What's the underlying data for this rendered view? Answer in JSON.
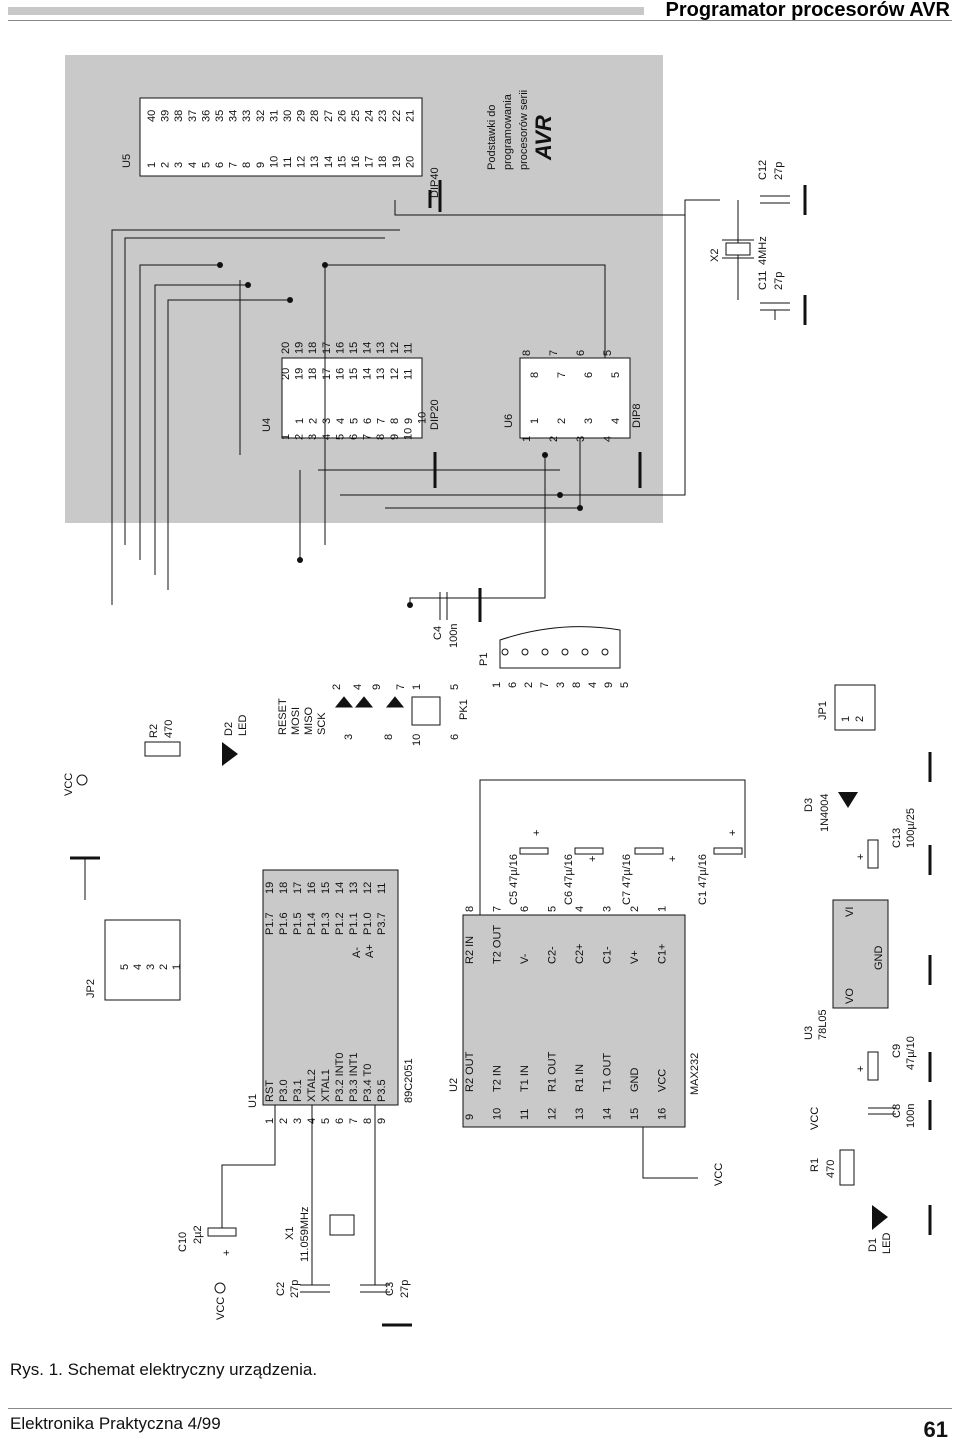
{
  "header": {
    "title": "Programator procesorów AVR"
  },
  "caption": "Rys. 1. Schemat elektryczny urządzenia.",
  "footer": {
    "magazine": "Elektronika Praktyczna 4/99",
    "page": "61"
  },
  "panel": {
    "label_line1": "Podstawki do",
    "label_line2": "programowania",
    "label_line3": "procesorów serii",
    "label_avr": "AVR"
  },
  "u5": {
    "ref": "U5",
    "type": "DIP40",
    "left_pins": [
      "1",
      "2",
      "3",
      "4",
      "5",
      "6",
      "7",
      "8",
      "9",
      "10",
      "11",
      "12",
      "13",
      "14",
      "15",
      "16",
      "17",
      "18",
      "19",
      "20"
    ],
    "right_pins": [
      "40",
      "39",
      "38",
      "37",
      "36",
      "35",
      "34",
      "33",
      "32",
      "31",
      "30",
      "29",
      "28",
      "27",
      "26",
      "25",
      "24",
      "23",
      "22",
      "21"
    ]
  },
  "u4": {
    "ref": "U4",
    "type": "DIP20",
    "outer_left": [
      "1",
      "2",
      "3",
      "4",
      "5",
      "6",
      "7",
      "8",
      "9",
      "10"
    ],
    "inner_left": [
      "1",
      "2",
      "3",
      "4",
      "5",
      "6",
      "7",
      "8",
      "9",
      "10"
    ],
    "inner_right": [
      "20",
      "19",
      "18",
      "17",
      "16",
      "15",
      "14",
      "13",
      "12",
      "11"
    ],
    "outer_right": [
      "20",
      "19",
      "18",
      "17",
      "16",
      "15",
      "14",
      "13",
      "12",
      "11"
    ]
  },
  "u6": {
    "ref": "U6",
    "type": "DIP8",
    "outer_left": [
      "1",
      "2",
      "3",
      "4"
    ],
    "inner_left": [
      "1",
      "2",
      "3",
      "4"
    ],
    "inner_right": [
      "8",
      "7",
      "6",
      "5"
    ],
    "outer_right": [
      "8",
      "7",
      "6",
      "5"
    ]
  },
  "x2": {
    "ref": "X2",
    "freq": "4MHz"
  },
  "c11": {
    "ref": "C11",
    "value": "27p"
  },
  "c12": {
    "ref": "C12",
    "value": "27p"
  },
  "c4": {
    "ref": "C4",
    "value": "100n"
  },
  "p1": {
    "ref": "P1",
    "pins_a": [
      "1",
      "6",
      "2",
      "7",
      "3",
      "8",
      "4",
      "9",
      "5"
    ]
  },
  "pk1": {
    "ref": "PK1",
    "top_pins": [
      "2",
      "4",
      "9",
      "7",
      "1"
    ],
    "bottom_pins": [
      "3",
      "8",
      "10"
    ],
    "out_a": "5",
    "out_b": "6"
  },
  "jp2": {
    "ref": "JP2",
    "pins": [
      "5",
      "4",
      "3",
      "2",
      "1"
    ]
  },
  "r2": {
    "ref": "R2",
    "value": "470"
  },
  "d2": {
    "ref": "D2",
    "type": "LED"
  },
  "vcc": {
    "label": "VCC"
  },
  "signals": [
    "RESET",
    "MOSI",
    "MISO",
    "SCK"
  ],
  "pk_labels": [
    "A-",
    "A+"
  ],
  "u1": {
    "ref": "U1",
    "type": "89C2051",
    "left": [
      [
        "1",
        "RST"
      ],
      [
        "2",
        "P3.0"
      ],
      [
        "3",
        "P3.1"
      ],
      [
        "4",
        "XTAL2"
      ],
      [
        "5",
        "XTAL1"
      ],
      [
        "6",
        "P3.2  INT0"
      ],
      [
        "7",
        "P3.3  INT1"
      ],
      [
        "8",
        "P3.4  T0"
      ],
      [
        "9",
        "P3.5"
      ]
    ],
    "right": [
      [
        "19",
        "P1.7"
      ],
      [
        "18",
        "P1.6"
      ],
      [
        "17",
        "P1.5"
      ],
      [
        "16",
        "P1.4"
      ],
      [
        "15",
        "P1.3"
      ],
      [
        "14",
        "P1.2"
      ],
      [
        "13",
        "P1.1"
      ],
      [
        "12",
        "P1.0"
      ],
      [
        "11",
        "P3.7"
      ]
    ]
  },
  "u2": {
    "ref": "U2",
    "type": "MAX232",
    "left": [
      [
        "9",
        "R2 OUT"
      ],
      [
        "10",
        "T2 IN"
      ],
      [
        "11",
        "T1 IN"
      ],
      [
        "12",
        "R1 OUT"
      ],
      [
        "13",
        "R1 IN"
      ],
      [
        "14",
        "T1 OUT"
      ],
      [
        "15",
        "GND"
      ],
      [
        "16",
        "VCC"
      ]
    ],
    "right": [
      [
        "8",
        "R2  IN"
      ],
      [
        "7",
        "T2  OUT"
      ],
      [
        "6",
        "V-"
      ],
      [
        "5",
        "C2-"
      ],
      [
        "4",
        "C2+"
      ],
      [
        "3",
        "C1-"
      ],
      [
        "2",
        "V+"
      ],
      [
        "1",
        "C1+"
      ]
    ]
  },
  "caps_max": [
    {
      "ref": "C5",
      "value": "47µ/16"
    },
    {
      "ref": "C6",
      "value": "47µ/16"
    },
    {
      "ref": "C7",
      "value": "47µ/16"
    },
    {
      "ref": "C1",
      "value": "47µ/16"
    }
  ],
  "c10": {
    "ref": "C10",
    "value": "2µ2"
  },
  "x1": {
    "ref": "X1",
    "freq": "11.059MHz"
  },
  "c2": {
    "ref": "C2",
    "value": "27p"
  },
  "c3": {
    "ref": "C3",
    "value": "27p"
  },
  "u3": {
    "ref": "U3",
    "type": "78L05",
    "vo": "VO",
    "gnd": "GND",
    "vi": "VI"
  },
  "d3": {
    "ref": "D3",
    "type": "1N4004"
  },
  "jp1": {
    "ref": "JP1",
    "pins": [
      "1",
      "2"
    ]
  },
  "c13": {
    "ref": "C13",
    "value": "100µ/25"
  },
  "c9": {
    "ref": "C9",
    "value": "47µ/10"
  },
  "c8": {
    "ref": "C8",
    "value": "100n"
  },
  "r1": {
    "ref": "R1",
    "value": "470"
  },
  "d1": {
    "ref": "D1",
    "type": "LED"
  },
  "plus": "+"
}
